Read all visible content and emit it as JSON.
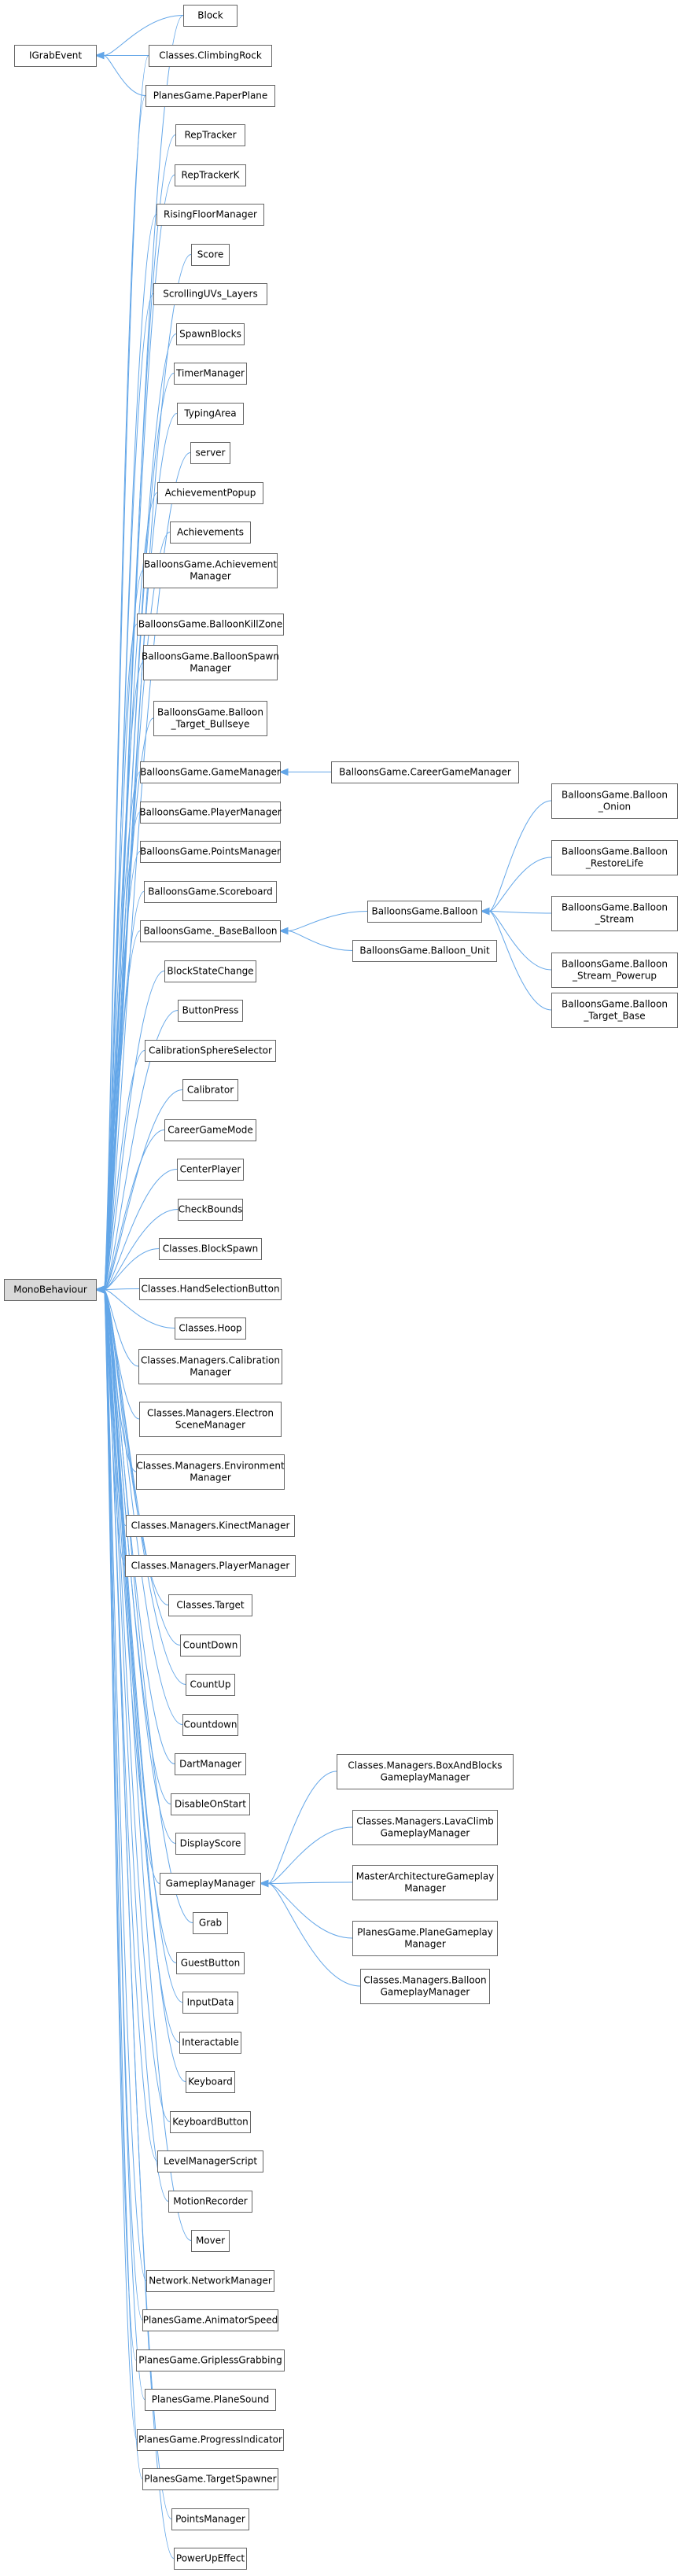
{
  "diagram": {
    "nodes": [
      {
        "id": "igrab",
        "lines": [
          "IGrabEvent"
        ]
      },
      {
        "id": "mono",
        "lines": [
          "MonoBehaviour"
        ],
        "root": true
      },
      {
        "id": "block",
        "lines": [
          "Block"
        ]
      },
      {
        "id": "climbing",
        "lines": [
          "Classes.ClimbingRock"
        ]
      },
      {
        "id": "paperplane",
        "lines": [
          "PlanesGame.PaperPlane"
        ]
      },
      {
        "id": "reptracker",
        "lines": [
          "RepTracker"
        ]
      },
      {
        "id": "reptrackerk",
        "lines": [
          "RepTrackerK"
        ]
      },
      {
        "id": "risingfloor",
        "lines": [
          "RisingFloorManager"
        ]
      },
      {
        "id": "score",
        "lines": [
          "Score"
        ]
      },
      {
        "id": "scrolluv",
        "lines": [
          "ScrollingUVs_Layers"
        ]
      },
      {
        "id": "spawnblocks",
        "lines": [
          "SpawnBlocks"
        ]
      },
      {
        "id": "timermgr",
        "lines": [
          "TimerManager"
        ]
      },
      {
        "id": "typingarea",
        "lines": [
          "TypingArea"
        ]
      },
      {
        "id": "server",
        "lines": [
          "server"
        ]
      },
      {
        "id": "achpopup",
        "lines": [
          "AchievementPopup"
        ]
      },
      {
        "id": "achievements",
        "lines": [
          "Achievements"
        ]
      },
      {
        "id": "bgachmgr",
        "lines": [
          "BalloonsGame.Achievement",
          "Manager"
        ]
      },
      {
        "id": "bgkillzone",
        "lines": [
          "BalloonsGame.BalloonKillZone"
        ]
      },
      {
        "id": "bgspawnmgr",
        "lines": [
          "BalloonsGame.BalloonSpawn",
          "Manager"
        ]
      },
      {
        "id": "bgbullseye",
        "lines": [
          "BalloonsGame.Balloon",
          "_Target_Bullseye"
        ]
      },
      {
        "id": "bggamemgr",
        "lines": [
          "BalloonsGame.GameManager"
        ]
      },
      {
        "id": "bgcareer",
        "lines": [
          "BalloonsGame.CareerGameManager"
        ]
      },
      {
        "id": "bgplayermgr",
        "lines": [
          "BalloonsGame.PlayerManager"
        ]
      },
      {
        "id": "bgpointsmgr",
        "lines": [
          "BalloonsGame.PointsManager"
        ]
      },
      {
        "id": "bgscoreboard",
        "lines": [
          "BalloonsGame.Scoreboard"
        ]
      },
      {
        "id": "bgbase",
        "lines": [
          "BalloonsGame._BaseBalloon"
        ]
      },
      {
        "id": "bgballoon",
        "lines": [
          "BalloonsGame.Balloon"
        ]
      },
      {
        "id": "bgunit",
        "lines": [
          "BalloonsGame.Balloon_Unit"
        ]
      },
      {
        "id": "bgonion",
        "lines": [
          "BalloonsGame.Balloon",
          "_Onion"
        ]
      },
      {
        "id": "bgrestore",
        "lines": [
          "BalloonsGame.Balloon",
          "_RestoreLife"
        ]
      },
      {
        "id": "bgstream",
        "lines": [
          "BalloonsGame.Balloon",
          "_Stream"
        ]
      },
      {
        "id": "bgstreampow",
        "lines": [
          "BalloonsGame.Balloon",
          "_Stream_Powerup"
        ]
      },
      {
        "id": "bgtargetbase",
        "lines": [
          "BalloonsGame.Balloon",
          "_Target_Base"
        ]
      },
      {
        "id": "blockstate",
        "lines": [
          "BlockStateChange"
        ]
      },
      {
        "id": "buttonpress",
        "lines": [
          "ButtonPress"
        ]
      },
      {
        "id": "calibsphere",
        "lines": [
          "CalibrationSphereSelector"
        ]
      },
      {
        "id": "calibrator",
        "lines": [
          "Calibrator"
        ]
      },
      {
        "id": "careermode",
        "lines": [
          "CareerGameMode"
        ]
      },
      {
        "id": "centerplayer",
        "lines": [
          "CenterPlayer"
        ]
      },
      {
        "id": "checkbounds",
        "lines": [
          "CheckBounds"
        ]
      },
      {
        "id": "blockspawn",
        "lines": [
          "Classes.BlockSpawn"
        ]
      },
      {
        "id": "handsel",
        "lines": [
          "Classes.HandSelectionButton"
        ]
      },
      {
        "id": "hoop",
        "lines": [
          "Classes.Hoop"
        ]
      },
      {
        "id": "cmcalib",
        "lines": [
          "Classes.Managers.Calibration",
          "Manager"
        ]
      },
      {
        "id": "cmelectron",
        "lines": [
          "Classes.Managers.Electron",
          "SceneManager"
        ]
      },
      {
        "id": "cmenv",
        "lines": [
          "Classes.Managers.Environment",
          "Manager"
        ]
      },
      {
        "id": "cmkinect",
        "lines": [
          "Classes.Managers.KinectManager"
        ]
      },
      {
        "id": "cmplayer",
        "lines": [
          "Classes.Managers.PlayerManager"
        ]
      },
      {
        "id": "ctarget",
        "lines": [
          "Classes.Target"
        ]
      },
      {
        "id": "countdown1",
        "lines": [
          "CountDown"
        ]
      },
      {
        "id": "countup",
        "lines": [
          "CountUp"
        ]
      },
      {
        "id": "countdown2",
        "lines": [
          "Countdown"
        ]
      },
      {
        "id": "dartmgr",
        "lines": [
          "DartManager"
        ]
      },
      {
        "id": "disableonstart",
        "lines": [
          "DisableOnStart"
        ]
      },
      {
        "id": "displayscore",
        "lines": [
          "DisplayScore"
        ]
      },
      {
        "id": "gameplaymgr",
        "lines": [
          "GameplayManager"
        ]
      },
      {
        "id": "boxblocks",
        "lines": [
          "Classes.Managers.BoxAndBlocks",
          "GameplayManager"
        ]
      },
      {
        "id": "lavaclimb",
        "lines": [
          "Classes.Managers.LavaClimb",
          "GameplayManager"
        ]
      },
      {
        "id": "masterarch",
        "lines": [
          "MasterArchitectureGameplay",
          "Manager"
        ]
      },
      {
        "id": "planegpm",
        "lines": [
          "PlanesGame.PlaneGameplay",
          "Manager"
        ]
      },
      {
        "id": "balloongpm",
        "lines": [
          "Classes.Managers.Balloon",
          "GameplayManager"
        ]
      },
      {
        "id": "grab",
        "lines": [
          "Grab"
        ]
      },
      {
        "id": "guestbutton",
        "lines": [
          "GuestButton"
        ]
      },
      {
        "id": "inputdata",
        "lines": [
          "InputData"
        ]
      },
      {
        "id": "interactable",
        "lines": [
          "Interactable"
        ]
      },
      {
        "id": "keyboard",
        "lines": [
          "Keyboard"
        ]
      },
      {
        "id": "keyboardbutton",
        "lines": [
          "KeyboardButton"
        ]
      },
      {
        "id": "levelmgrscript",
        "lines": [
          "LevelManagerScript"
        ]
      },
      {
        "id": "motionrec",
        "lines": [
          "MotionRecorder"
        ]
      },
      {
        "id": "mover",
        "lines": [
          "Mover"
        ]
      },
      {
        "id": "netmgr",
        "lines": [
          "Network.NetworkManager"
        ]
      },
      {
        "id": "animspeed",
        "lines": [
          "PlanesGame.AnimatorSpeed"
        ]
      },
      {
        "id": "gripless",
        "lines": [
          "PlanesGame.GriplessGrabbing"
        ]
      },
      {
        "id": "planesound",
        "lines": [
          "PlanesGame.PlaneSound"
        ]
      },
      {
        "id": "progressind",
        "lines": [
          "PlanesGame.ProgressIndicator"
        ]
      },
      {
        "id": "targetspawner",
        "lines": [
          "PlanesGame.TargetSpawner"
        ]
      },
      {
        "id": "pointsmgr",
        "lines": [
          "PointsManager"
        ]
      },
      {
        "id": "powerup",
        "lines": [
          "PowerUpEffect"
        ]
      }
    ],
    "edges": [
      {
        "from": "block",
        "to": "igrab"
      },
      {
        "from": "climbing",
        "to": "igrab"
      },
      {
        "from": "paperplane",
        "to": "igrab"
      },
      {
        "from": "block",
        "to": "mono"
      },
      {
        "from": "climbing",
        "to": "mono"
      },
      {
        "from": "paperplane",
        "to": "mono"
      },
      {
        "from": "reptracker",
        "to": "mono"
      },
      {
        "from": "reptrackerk",
        "to": "mono"
      },
      {
        "from": "risingfloor",
        "to": "mono"
      },
      {
        "from": "score",
        "to": "mono"
      },
      {
        "from": "scrolluv",
        "to": "mono"
      },
      {
        "from": "spawnblocks",
        "to": "mono"
      },
      {
        "from": "timermgr",
        "to": "mono"
      },
      {
        "from": "typingarea",
        "to": "mono"
      },
      {
        "from": "server",
        "to": "mono"
      },
      {
        "from": "achpopup",
        "to": "mono"
      },
      {
        "from": "achievements",
        "to": "mono"
      },
      {
        "from": "bgachmgr",
        "to": "mono"
      },
      {
        "from": "bgkillzone",
        "to": "mono"
      },
      {
        "from": "bgspawnmgr",
        "to": "mono"
      },
      {
        "from": "bgbullseye",
        "to": "mono"
      },
      {
        "from": "bggamemgr",
        "to": "mono"
      },
      {
        "from": "bgplayermgr",
        "to": "mono"
      },
      {
        "from": "bgpointsmgr",
        "to": "mono"
      },
      {
        "from": "bgscoreboard",
        "to": "mono"
      },
      {
        "from": "bgbase",
        "to": "mono"
      },
      {
        "from": "blockstate",
        "to": "mono"
      },
      {
        "from": "buttonpress",
        "to": "mono"
      },
      {
        "from": "calibsphere",
        "to": "mono"
      },
      {
        "from": "calibrator",
        "to": "mono"
      },
      {
        "from": "careermode",
        "to": "mono"
      },
      {
        "from": "centerplayer",
        "to": "mono"
      },
      {
        "from": "checkbounds",
        "to": "mono"
      },
      {
        "from": "blockspawn",
        "to": "mono"
      },
      {
        "from": "handsel",
        "to": "mono"
      },
      {
        "from": "hoop",
        "to": "mono"
      },
      {
        "from": "cmcalib",
        "to": "mono"
      },
      {
        "from": "cmelectron",
        "to": "mono"
      },
      {
        "from": "cmenv",
        "to": "mono"
      },
      {
        "from": "cmkinect",
        "to": "mono"
      },
      {
        "from": "cmplayer",
        "to": "mono"
      },
      {
        "from": "ctarget",
        "to": "mono"
      },
      {
        "from": "countdown1",
        "to": "mono"
      },
      {
        "from": "countup",
        "to": "mono"
      },
      {
        "from": "countdown2",
        "to": "mono"
      },
      {
        "from": "dartmgr",
        "to": "mono"
      },
      {
        "from": "disableonstart",
        "to": "mono"
      },
      {
        "from": "displayscore",
        "to": "mono"
      },
      {
        "from": "gameplaymgr",
        "to": "mono"
      },
      {
        "from": "grab",
        "to": "mono"
      },
      {
        "from": "guestbutton",
        "to": "mono"
      },
      {
        "from": "inputdata",
        "to": "mono"
      },
      {
        "from": "interactable",
        "to": "mono"
      },
      {
        "from": "keyboard",
        "to": "mono"
      },
      {
        "from": "keyboardbutton",
        "to": "mono"
      },
      {
        "from": "levelmgrscript",
        "to": "mono"
      },
      {
        "from": "motionrec",
        "to": "mono"
      },
      {
        "from": "mover",
        "to": "mono"
      },
      {
        "from": "netmgr",
        "to": "mono"
      },
      {
        "from": "animspeed",
        "to": "mono"
      },
      {
        "from": "gripless",
        "to": "mono"
      },
      {
        "from": "planesound",
        "to": "mono"
      },
      {
        "from": "progressind",
        "to": "mono"
      },
      {
        "from": "targetspawner",
        "to": "mono"
      },
      {
        "from": "pointsmgr",
        "to": "mono"
      },
      {
        "from": "powerup",
        "to": "mono"
      },
      {
        "from": "bgcareer",
        "to": "bggamemgr"
      },
      {
        "from": "bgballoon",
        "to": "bgbase"
      },
      {
        "from": "bgunit",
        "to": "bgbase"
      },
      {
        "from": "bgonion",
        "to": "bgballoon"
      },
      {
        "from": "bgrestore",
        "to": "bgballoon"
      },
      {
        "from": "bgstream",
        "to": "bgballoon"
      },
      {
        "from": "bgstreampow",
        "to": "bgballoon"
      },
      {
        "from": "bgtargetbase",
        "to": "bgballoon"
      },
      {
        "from": "boxblocks",
        "to": "gameplaymgr"
      },
      {
        "from": "lavaclimb",
        "to": "gameplaymgr"
      },
      {
        "from": "masterarch",
        "to": "gameplaymgr"
      },
      {
        "from": "planegpm",
        "to": "gameplaymgr"
      },
      {
        "from": "balloongpm",
        "to": "gameplaymgr"
      }
    ]
  }
}
